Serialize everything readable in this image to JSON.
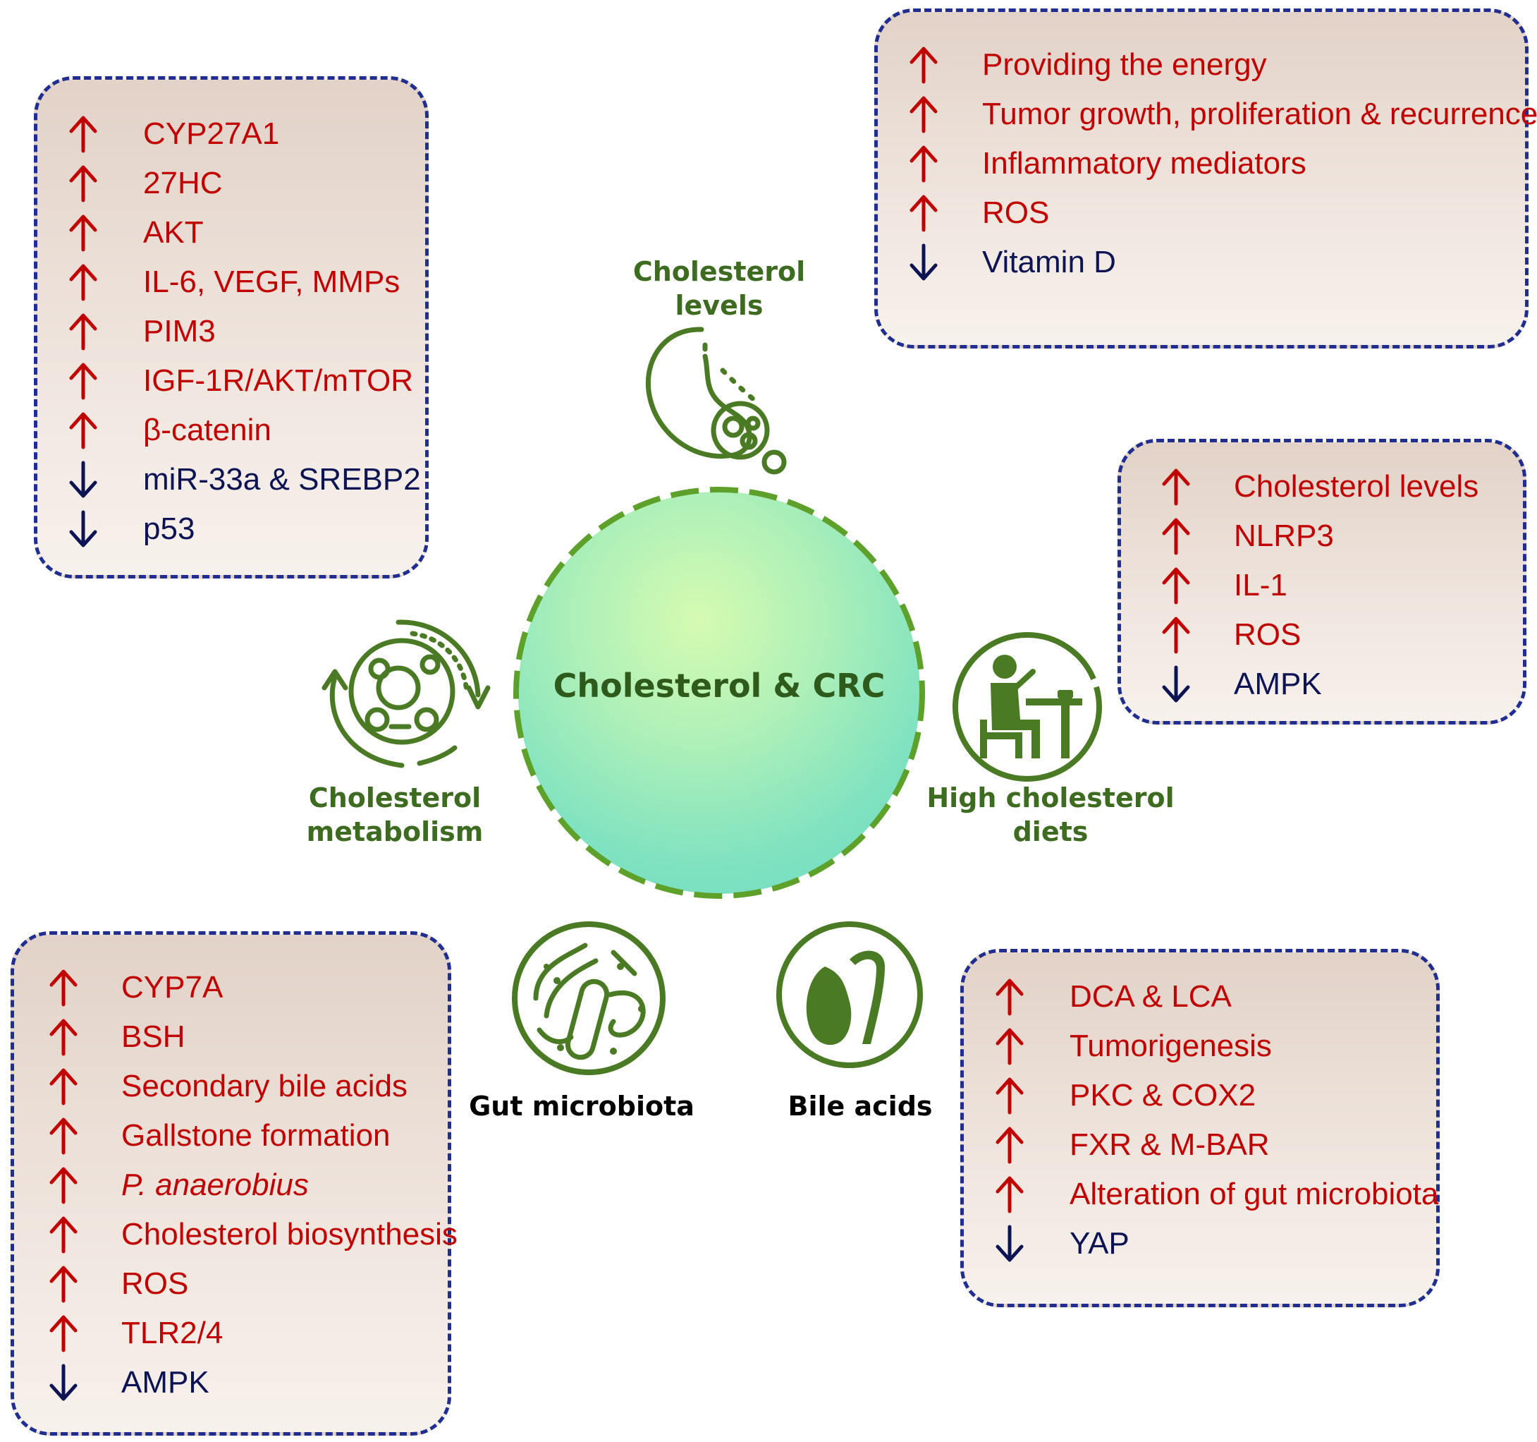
{
  "center": {
    "title": "Cholesterol & CRC"
  },
  "categories": {
    "cholesterol_levels": "Cholesterol\nlevels",
    "cholesterol_metabolism": "Cholesterol\nmetabolism",
    "high_cholesterol_diets": "High cholesterol\ndiets",
    "gut_microbiota": "Gut microbiota",
    "bile_acids": "Bile acids"
  },
  "boxes": {
    "metabolism": [
      {
        "dir": "up",
        "text": "CYP27A1"
      },
      {
        "dir": "up",
        "text": "27HC"
      },
      {
        "dir": "up",
        "text": "AKT"
      },
      {
        "dir": "up",
        "text": "IL-6, VEGF, MMPs"
      },
      {
        "dir": "up",
        "text": "PIM3"
      },
      {
        "dir": "up",
        "text": "IGF-1R/AKT/mTOR"
      },
      {
        "dir": "up",
        "text": "β-catenin"
      },
      {
        "dir": "down",
        "text": "miR-33a & SREBP2"
      },
      {
        "dir": "down",
        "text": "p53"
      }
    ],
    "levels": [
      {
        "dir": "up",
        "text": "Providing the energy"
      },
      {
        "dir": "up",
        "text": "Tumor growth, proliferation & recurrence"
      },
      {
        "dir": "up",
        "text": "Inflammatory mediators"
      },
      {
        "dir": "up",
        "text": "ROS"
      },
      {
        "dir": "down",
        "text": "Vitamin D"
      }
    ],
    "diets": [
      {
        "dir": "up",
        "text": "Cholesterol levels"
      },
      {
        "dir": "up",
        "text": "NLRP3"
      },
      {
        "dir": "up",
        "text": "IL-1"
      },
      {
        "dir": "up",
        "text": "ROS"
      },
      {
        "dir": "down",
        "text": "AMPK"
      }
    ],
    "microbiota": [
      {
        "dir": "up",
        "text": "CYP7A"
      },
      {
        "dir": "up",
        "text": "BSH"
      },
      {
        "dir": "up",
        "text": "Secondary bile acids"
      },
      {
        "dir": "up",
        "text": "Gallstone formation"
      },
      {
        "dir": "up",
        "text": "P. anaerobius",
        "italic": true
      },
      {
        "dir": "up",
        "text": "Cholesterol biosynthesis"
      },
      {
        "dir": "up",
        "text": "ROS"
      },
      {
        "dir": "up",
        "text": "TLR2/4"
      },
      {
        "dir": "down",
        "text": "AMPK"
      }
    ],
    "bile": [
      {
        "dir": "up",
        "text": "DCA & LCA"
      },
      {
        "dir": "up",
        "text": "Tumorigenesis"
      },
      {
        "dir": "up",
        "text": "PKC & COX2"
      },
      {
        "dir": "up",
        "text": "FXR & M-BAR"
      },
      {
        "dir": "up",
        "text": "Alteration of gut microbiota"
      },
      {
        "dir": "down",
        "text": "YAP"
      }
    ]
  },
  "colors": {
    "up": "#c00000",
    "down": "#0c1454",
    "border": "#1f2e8f",
    "icon": "#4a7a23"
  }
}
